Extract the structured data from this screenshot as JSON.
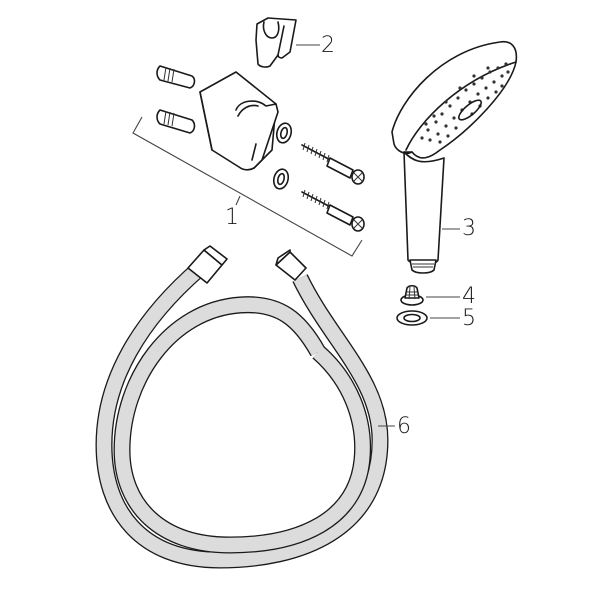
{
  "diagram": {
    "type": "exploded-parts-view",
    "colors": {
      "line": "#1a1a1a",
      "hose_fill": "#dcdcdc",
      "background": "#ffffff"
    },
    "callouts": [
      {
        "id": "1",
        "label": "1",
        "part": "wall bracket set (holder, dowels, screws, washers)"
      },
      {
        "id": "2",
        "label": "2",
        "part": "hose clip insert"
      },
      {
        "id": "3",
        "label": "3",
        "part": "hand shower"
      },
      {
        "id": "4",
        "label": "4",
        "part": "strainer filter"
      },
      {
        "id": "5",
        "label": "5",
        "part": "sealing washer"
      },
      {
        "id": "6",
        "label": "6",
        "part": "shower hose"
      }
    ]
  }
}
